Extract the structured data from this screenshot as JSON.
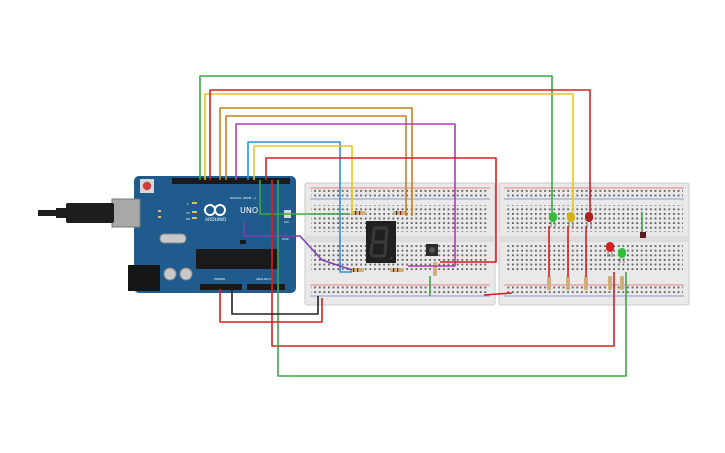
{
  "arduino": {
    "brand": "ARDUINO",
    "model": "UNO",
    "digital_label": "DIGITAL (PWM ~)",
    "power_label": "POWER",
    "analog_label": "ANALOG IN",
    "tx_label": "TX",
    "rx_label": "RX",
    "l_label": "L",
    "on_label": "ON",
    "icsp_label": "ICSP"
  },
  "seven_segment": {
    "display": "8"
  },
  "leds": [
    "green",
    "yellow",
    "red",
    "red",
    "green"
  ],
  "colors": {
    "board": "#1f5b8c",
    "breadboard": "#e9e9e9",
    "wire_green": "#3aa845",
    "wire_yellow": "#e3c81e",
    "wire_orange": "#c7811c",
    "wire_magenta": "#b23ab5",
    "wire_blue": "#2e8fd0",
    "wire_red": "#d42020",
    "wire_black": "#222222",
    "wire_purple": "#7b3fb0",
    "rail_red": "#d42020",
    "rail_blue": "#2a4fb5"
  }
}
